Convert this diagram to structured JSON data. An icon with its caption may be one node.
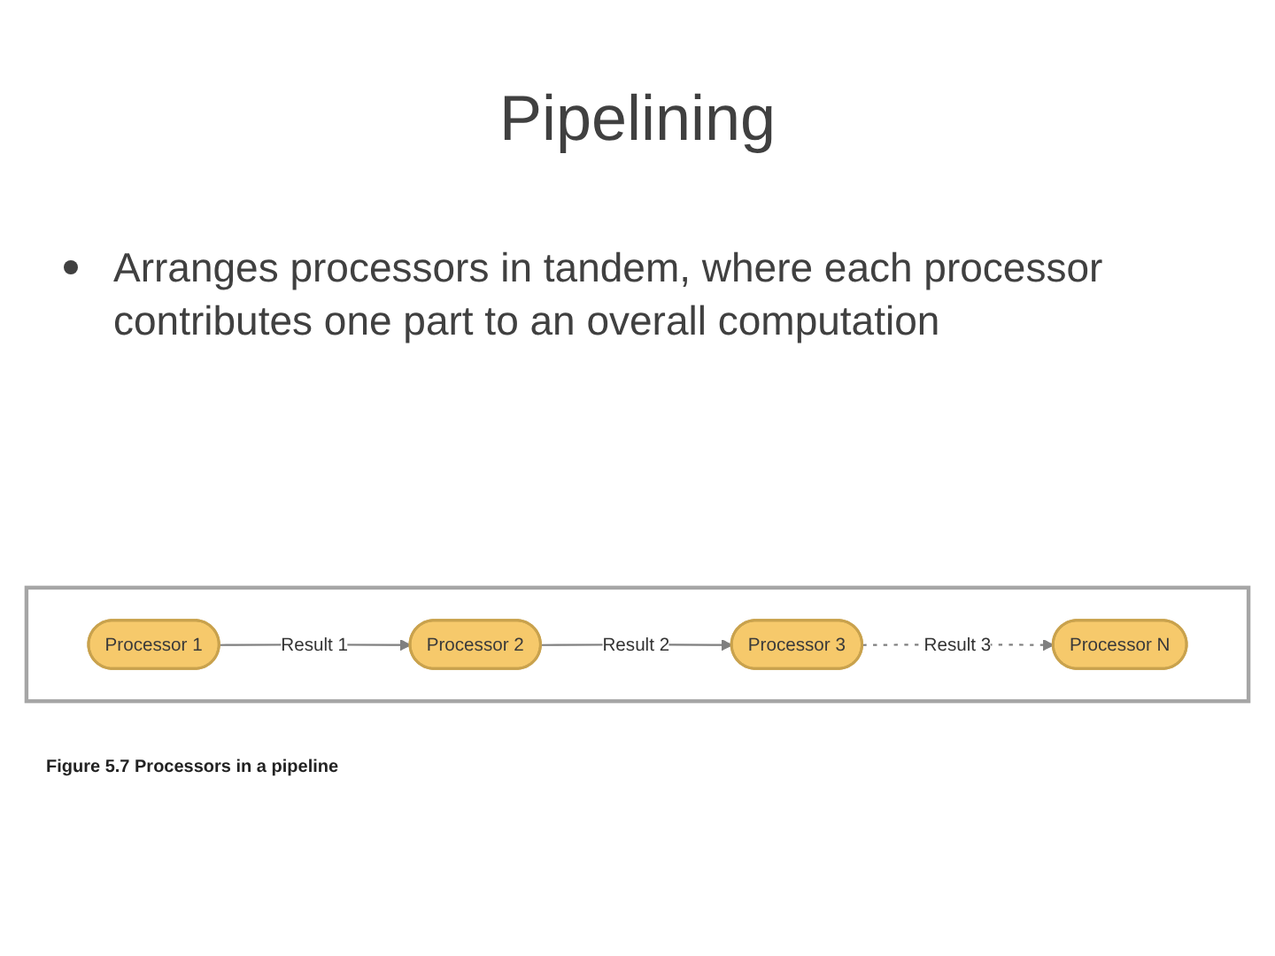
{
  "diagram": {
    "title": "Pipelining",
    "caption": "Figure 5.7 Processors in a pipeline",
    "nodes": [
      {
        "text": [],
        "shape": "box"
      },
      {
        "text": [
          "Processor 1"
        ],
        "in": 0
      },
      {
        "text": [
          "Processor 2"
        ],
        "in": 0
      },
      {
        "text": [
          "Processor 3"
        ],
        "in": 0
      },
      {
        "text": [
          "Processor N"
        ],
        "in": 0
      }
    ],
    "edges": [
      {
        "from": 1,
        "to": 2,
        "arrow": "to",
        "label": "Result 1"
      },
      {
        "from": 2,
        "to": 3,
        "arrow": "to",
        "label": "Result 2"
      },
      {
        "from": 3,
        "to": 4,
        "arrow": "to",
        "label": "Result 3",
        "style": "dashed"
      }
    ],
    "labels": [
      "Arranges processors in tandem, where each processor contributes one part to an overall computation"
    ]
  }
}
